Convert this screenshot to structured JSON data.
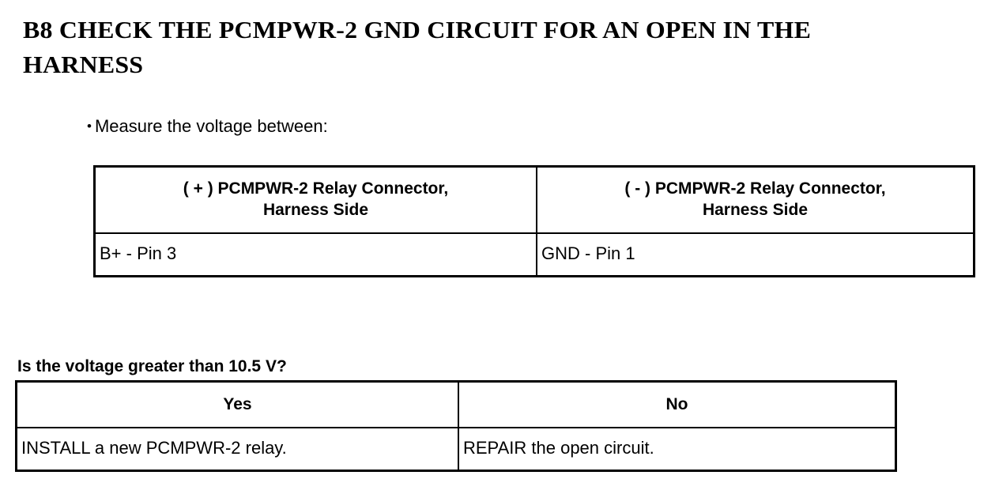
{
  "document": {
    "title": "B8 CHECK THE PCMPWR-2 GND CIRCUIT FOR AN OPEN IN THE HARNESS",
    "step_id": "B8"
  },
  "instruction": {
    "bullet_glyph": "•",
    "text": "Measure the voltage between:"
  },
  "measure_table": {
    "headers": [
      "( + ) PCMPWR-2 Relay Connector, Harness Side",
      "( - ) PCMPWR-2 Relay Connector, Harness Side"
    ],
    "header_lines": [
      [
        "( + ) PCMPWR-2 Relay Connector,",
        "Harness Side"
      ],
      [
        "( - ) PCMPWR-2 Relay Connector,",
        "Harness Side"
      ]
    ],
    "rows": [
      [
        "B+ - Pin 3",
        "GND - Pin 1"
      ]
    ]
  },
  "question": {
    "text": "Is the voltage greater than 10.5 V?",
    "threshold": "10.5 V"
  },
  "decision_table": {
    "headers": [
      "Yes",
      "No"
    ],
    "rows": [
      [
        "INSTALL a new PCMPWR-2 relay.",
        "REPAIR the open circuit."
      ]
    ]
  },
  "colors": {
    "background": "#ffffff",
    "text": "#000000",
    "border": "#000000"
  }
}
